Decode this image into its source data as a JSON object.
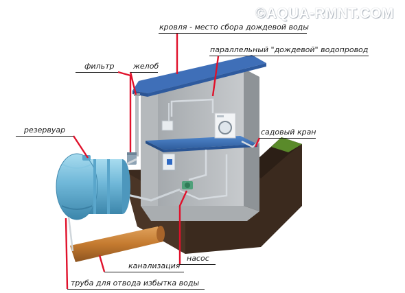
{
  "watermark": "©AQUA-RMNT.COM",
  "labels": {
    "roof": "кровля - место сбора дождевой воды",
    "parallel_plumbing": "параллельный \"дождевой\" водопровод",
    "filter": "фильтр",
    "gutter": "желоб",
    "reservoir": "резервуар",
    "garden_tap": "садовый кран",
    "pump": "насос",
    "sewer": "канализация",
    "overflow_pipe": "труба для отвода избытка воды"
  },
  "colors": {
    "leader_line": "#e0112b",
    "roof": "#3f6fb8",
    "tank": "#6fb7d8",
    "ground": "#3b2a1e",
    "grass": "#5a8a2a",
    "sewer_pipe": "#c47a2f"
  }
}
